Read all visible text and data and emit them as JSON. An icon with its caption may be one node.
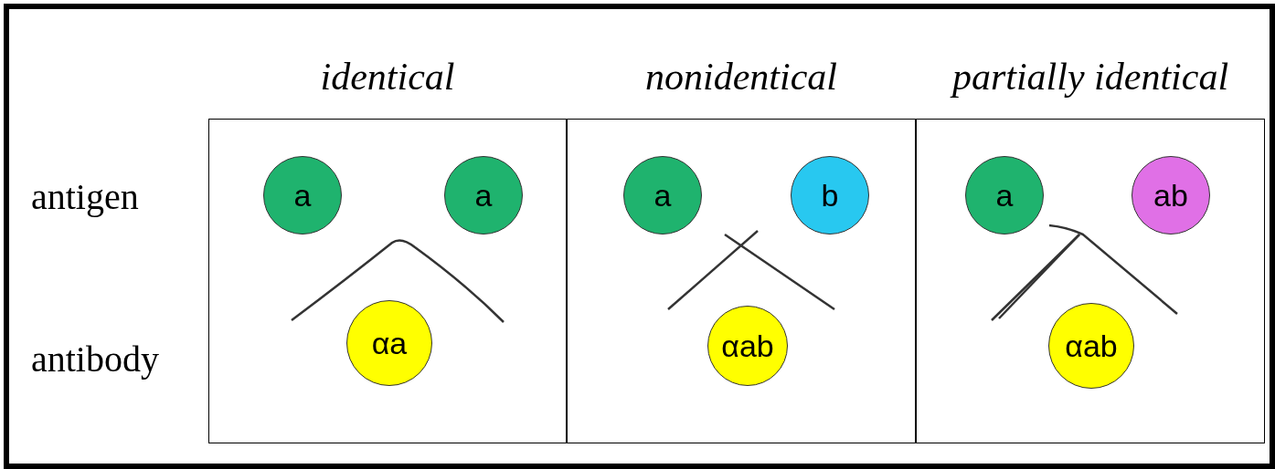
{
  "diagram": {
    "nodes": [
      {
        "text": [
          "identical"
        ]
      },
      {
        "text": [
          "a"
        ],
        "in": 0
      },
      {
        "text": [
          "a"
        ],
        "in": 0
      },
      {
        "text": [
          "αa"
        ],
        "in": 0
      },
      {
        "text": [
          "nonidentical"
        ]
      },
      {
        "text": [
          "a"
        ],
        "in": 4
      },
      {
        "text": [
          "b"
        ],
        "in": 4
      },
      {
        "text": [
          "αab"
        ],
        "in": 4
      },
      {
        "text": [
          "partially identical"
        ]
      },
      {
        "text": [
          "a"
        ],
        "in": 8
      },
      {
        "text": [
          "ab"
        ],
        "in": 8
      },
      {
        "text": [
          "αab"
        ],
        "in": 8
      }
    ],
    "labels": [
      "antigen",
      "antibody"
    ]
  }
}
